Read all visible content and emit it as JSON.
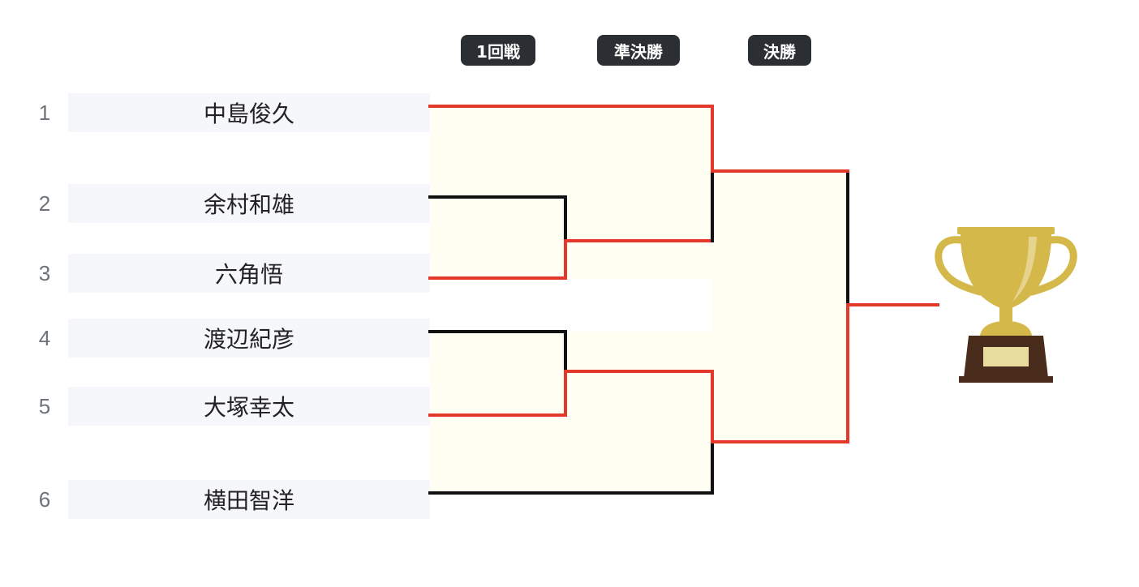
{
  "rounds": [
    "1回戦",
    "準決勝",
    "決勝"
  ],
  "players": [
    {
      "seed": "1",
      "name": "中島俊久"
    },
    {
      "seed": "2",
      "name": "余村和雄"
    },
    {
      "seed": "3",
      "name": "六角悟"
    },
    {
      "seed": "4",
      "name": "渡辺紀彦"
    },
    {
      "seed": "5",
      "name": "大塚幸太"
    },
    {
      "seed": "6",
      "name": "横田智洋"
    }
  ],
  "colors": {
    "win_line": "#e3382a",
    "lose_line": "#111111",
    "bracket_fill": "#fefef2",
    "badge_bg": "#2b2f33",
    "trophy_gold": "#d4b94a",
    "trophy_base": "#4a2c1d",
    "trophy_plate": "#e8dc9e"
  },
  "trophy_icon": "trophy-icon"
}
